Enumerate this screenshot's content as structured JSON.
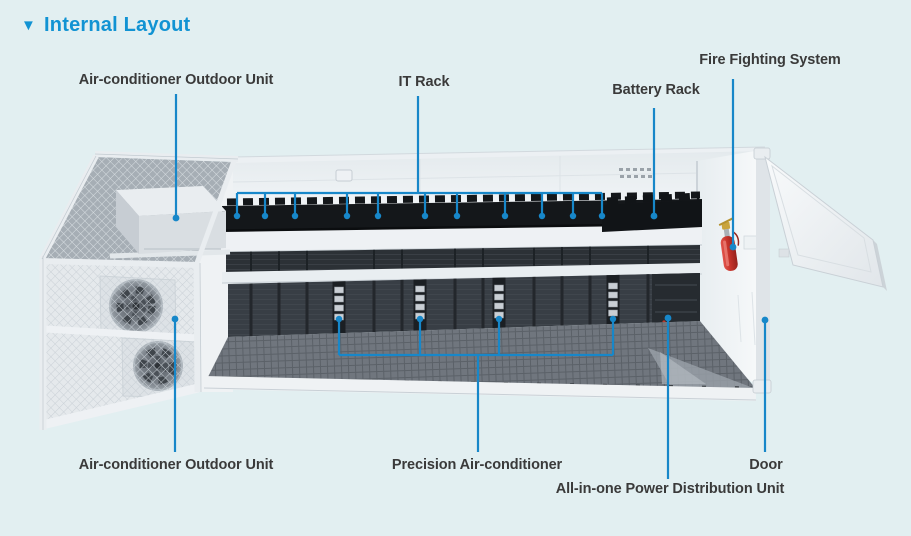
{
  "header": {
    "marker": "▼",
    "title": "Internal Layout"
  },
  "labels": {
    "ac_outdoor_top": "Air-conditioner Outdoor Unit",
    "it_rack": "IT Rack",
    "battery_rack": "Battery Rack",
    "fire_fighting": "Fire Fighting System",
    "ac_outdoor_bottom": "Air-conditioner Outdoor Unit",
    "precision_ac": "Precision Air-conditioner",
    "pdu": "All-in-one Power Distribution Unit",
    "door": "Door"
  },
  "colors": {
    "background": "#e2eff1",
    "leader_blue": "#1787c9",
    "title_blue": "#1193d3",
    "label_text": "#3a3a3a",
    "container_white": "#f1f4f6",
    "rack_dark": "#383e45",
    "tray_black": "#14171a",
    "floor_gray": "#70767e",
    "extinguisher_red": "#c7342b"
  },
  "icons": {
    "section_marker": "triangle-down",
    "fan": "fan-icon",
    "fire_extinguisher": "fire-extinguisher-icon"
  }
}
